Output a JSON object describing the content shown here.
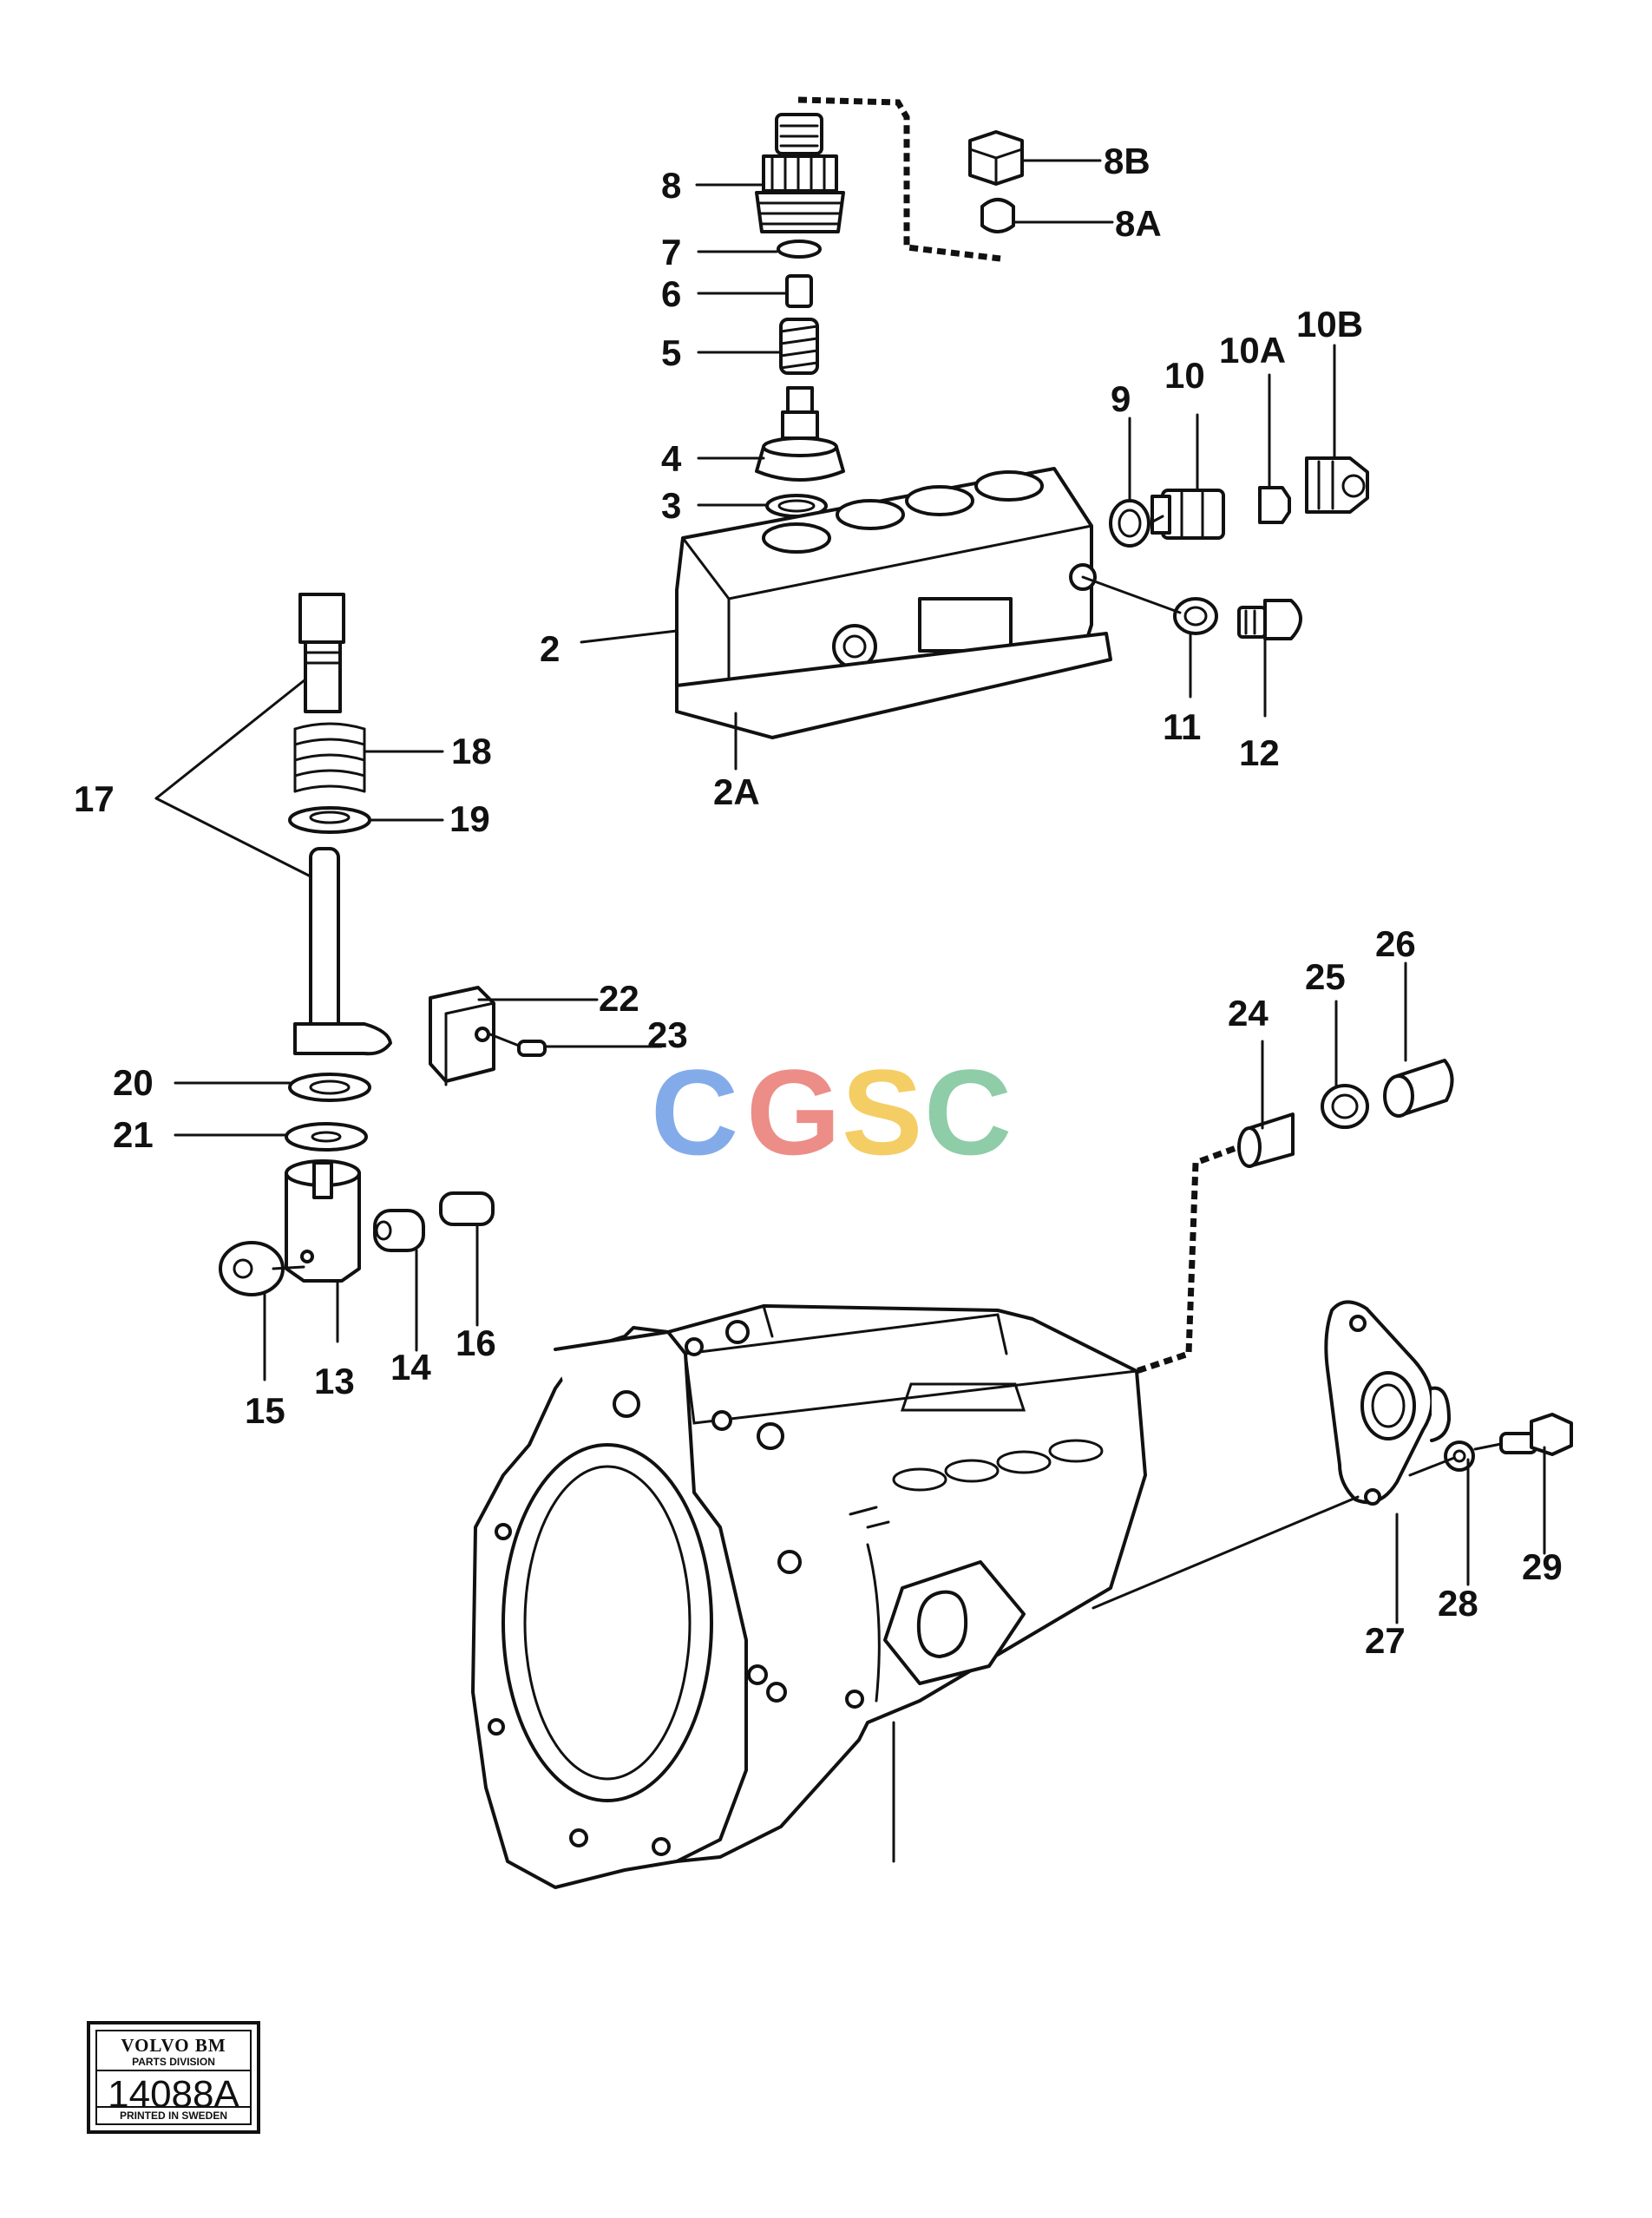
{
  "labels": {
    "l2": "2",
    "l2A": "2A",
    "l3": "3",
    "l4": "4",
    "l5": "5",
    "l6": "6",
    "l7": "7",
    "l8": "8",
    "l8A": "8A",
    "l8B": "8B",
    "l9": "9",
    "l10": "10",
    "l10A": "10A",
    "l10B": "10B",
    "l11": "11",
    "l12": "12",
    "l13": "13",
    "l14": "14",
    "l15": "15",
    "l16": "16",
    "l17": "17",
    "l18": "18",
    "l19": "19",
    "l20": "20",
    "l21": "21",
    "l22": "22",
    "l23": "23",
    "l24": "24",
    "l25": "25",
    "l26": "26",
    "l27": "27",
    "l28": "28",
    "l29": "29"
  },
  "watermark": {
    "letters": [
      "C",
      "G",
      "S",
      "C"
    ],
    "colors": [
      "#6f9de6",
      "#e97a74",
      "#f3c64b",
      "#7cc49a"
    ]
  },
  "stamp": {
    "brand": "VOLVO BM",
    "division": "PARTS DIVISION",
    "number": "14088A",
    "footer": "PRINTED IN SWEDEN"
  }
}
